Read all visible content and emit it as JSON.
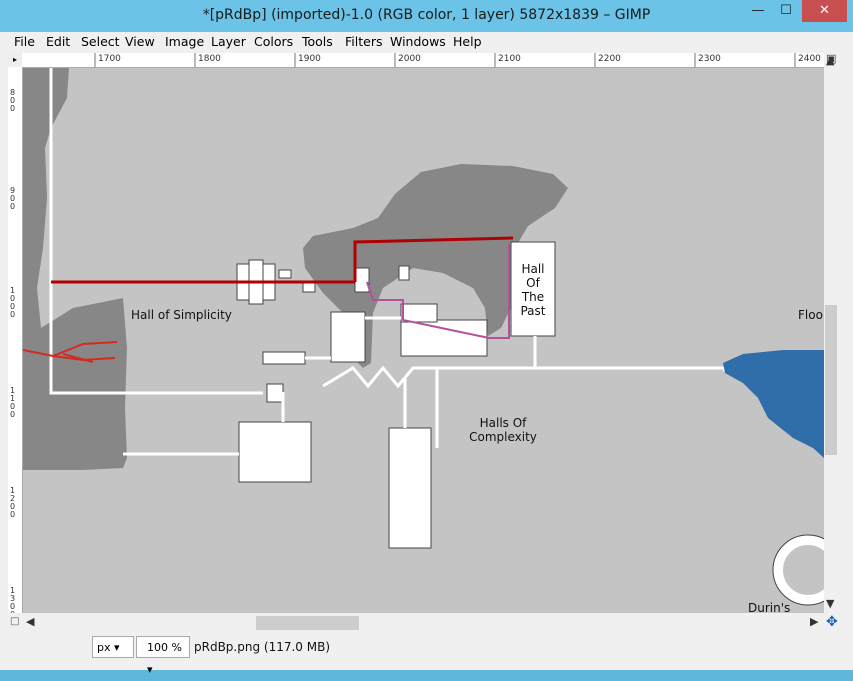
{
  "window": {
    "title": "*[pRdBp] (imported)-1.0 (RGB color, 1 layer) 5872x1839 – GIMP",
    "minimize_glyph": "—",
    "maximize_glyph": "☐",
    "close_glyph": "✕"
  },
  "menu": [
    {
      "label": "File"
    },
    {
      "label": "Edit"
    },
    {
      "label": "Select"
    },
    {
      "label": "View"
    },
    {
      "label": "Image"
    },
    {
      "label": "Layer"
    },
    {
      "label": "Colors"
    },
    {
      "label": "Tools"
    },
    {
      "label": "Filters"
    },
    {
      "label": "Windows"
    },
    {
      "label": "Help"
    }
  ],
  "ruler": {
    "horizontal_ticks": [
      "1700",
      "1800",
      "1900",
      "2000",
      "2100",
      "2200",
      "2300",
      "2400"
    ],
    "vertical_ticks": [
      "800",
      "900",
      "1000",
      "1100",
      "1200",
      "1300"
    ]
  },
  "map": {
    "labels": {
      "hall_of_simplicity": "Hall of Simplicity",
      "hall_of_the_past": "Hall\nOf\nThe\nPast",
      "halls_of_complexity": "Halls Of\nComplexity",
      "floo": "Floo",
      "durins": "Durin's"
    }
  },
  "statusbar": {
    "unit": "px",
    "zoom": "100 %",
    "file_info": "pRdBp.png (117.0 MB)"
  },
  "icons": {
    "corner_nav": "navigate-icon",
    "zoom_toggle": "zoom-toggle-icon"
  }
}
